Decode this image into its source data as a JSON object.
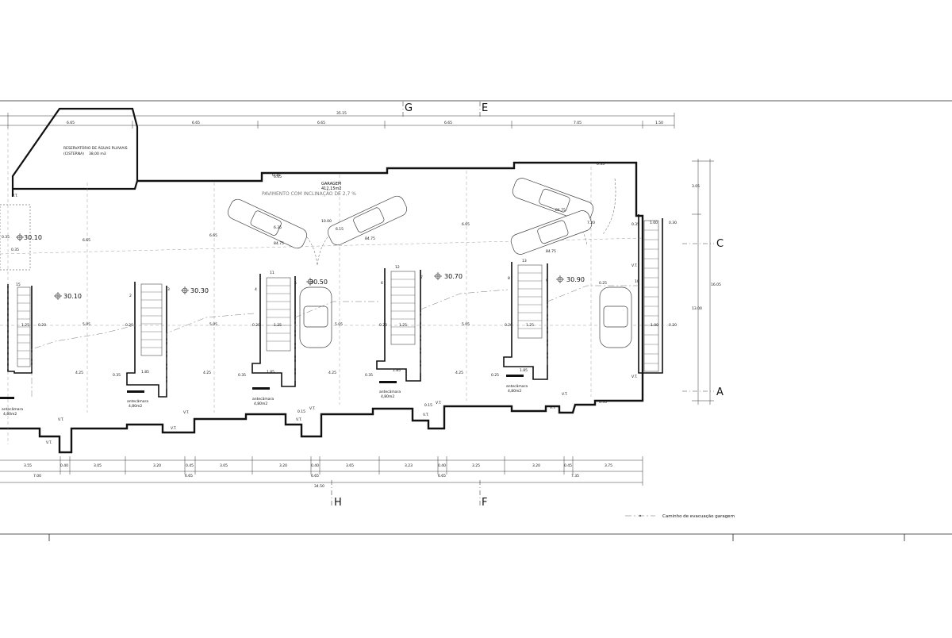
{
  "grid_labels": {
    "g": "G",
    "e": "E",
    "c": "C",
    "a": "A",
    "h": "H",
    "f": "F"
  },
  "title_block": {
    "line1": "RESERVATÓRIO DE ÁGUAS PLUVIAIS",
    "line2": "(CISTERNA)",
    "volume": "38,00 m3"
  },
  "garage": {
    "name": "GARAGEM",
    "area": "412,15m2",
    "slope_note": "PAVIMENTO COM INCLINAÇÃO DE 2,7 %"
  },
  "levels": [
    "30.10",
    "30.10",
    "30.30",
    "30.50",
    "30.70",
    "30.90"
  ],
  "top_dims": {
    "total": "35.15",
    "segments": [
      "6.65",
      "6.65",
      "6.65",
      "6.65",
      "7.05",
      "1.50"
    ]
  },
  "bottom_dims": {
    "row1": [
      "3.55",
      "0.40",
      "3.05",
      "3.20",
      "0.45",
      "3.05",
      "3.20",
      "0.40",
      "3.65",
      "3.23",
      "0.40",
      "3.25",
      "3.20",
      "0.45",
      "3.75"
    ],
    "row2": [
      "7.00",
      "6.65",
      "6.65",
      "6.65",
      "7.35"
    ],
    "total": "34.50"
  },
  "right_dims": [
    "3.05",
    "16.05",
    "13.00"
  ],
  "inner_dims": {
    "heights": [
      "6.65",
      "6.65",
      "6.65",
      "6.65"
    ],
    "widths": [
      "5.05",
      "5.05",
      "5.05",
      "5.05"
    ],
    "bottom_widths": [
      "4.25",
      "4.25",
      "4.25",
      "4.25"
    ],
    "small": [
      "0.20",
      "1.85",
      "1.25",
      "0.35",
      "0.25",
      "0.15"
    ],
    "parking": [
      "6.35",
      "10.00",
      "6.15",
      "84.75",
      "84.75",
      "84.75",
      "84.75",
      "7.20",
      "1.00",
      "0.30",
      "0.35",
      "0.35",
      "0.35"
    ]
  },
  "vt_label": "V.T.",
  "antecamara": {
    "label": "antecâmara",
    "area": "4,80m2"
  },
  "step_numbers": [
    "15",
    "1",
    "2",
    "3",
    "4",
    "5",
    "6",
    "7",
    "8",
    "9",
    "10",
    "11",
    "12",
    "13",
    "14"
  ],
  "legend": {
    "label": "Caminho de evacuação garagem"
  }
}
